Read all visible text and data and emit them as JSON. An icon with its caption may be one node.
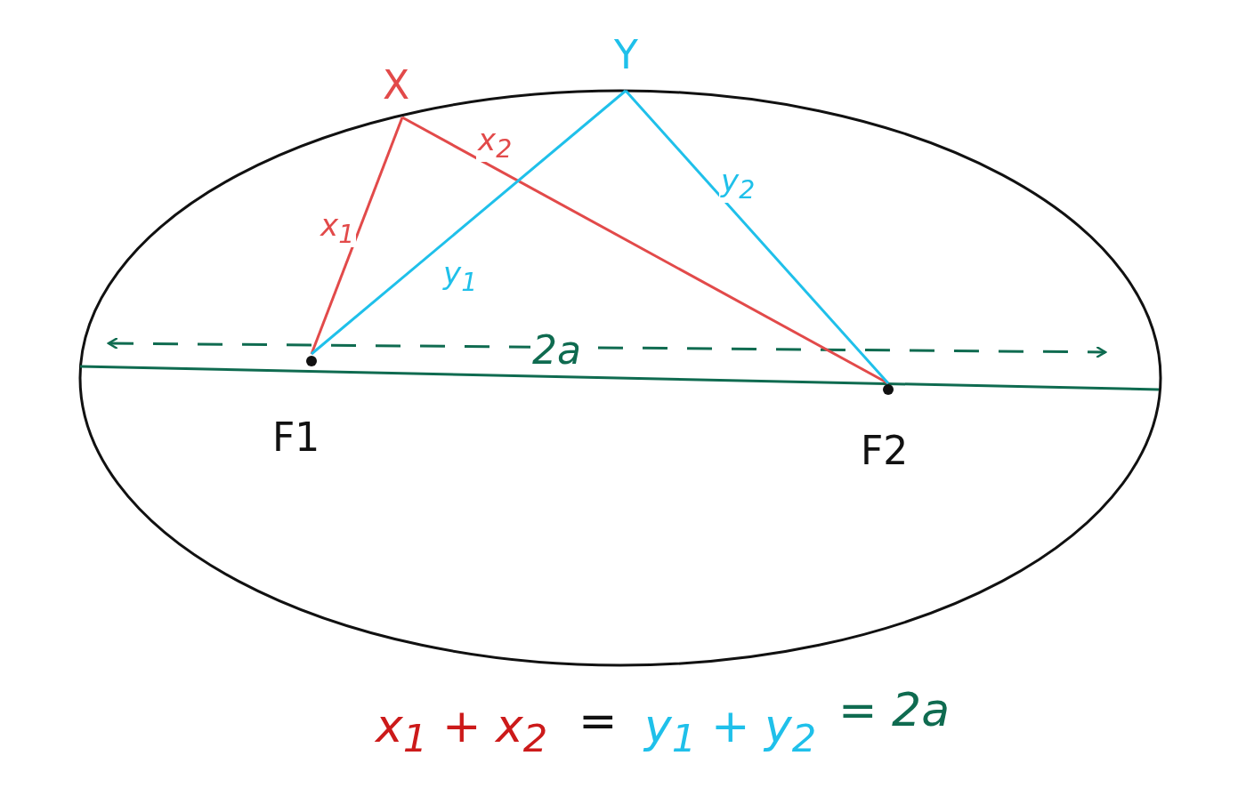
{
  "diagram": {
    "nodes": [
      {
        "text": [
          "X"
        ]
      },
      {
        "text": [
          "Y"
        ]
      },
      {
        "text": [
          "F1"
        ]
      },
      {
        "text": [
          "F2"
        ]
      }
    ],
    "edges": [
      {
        "from": 0,
        "to": 2,
        "arrow": "none",
        "label": "x$_{1}$",
        "color": "#e24a4a"
      },
      {
        "from": 0,
        "to": 3,
        "arrow": "none",
        "label": "x$_{2}$",
        "color": "#e24a4a"
      },
      {
        "from": 1,
        "to": 2,
        "arrow": "none",
        "label": "y$_{1}$",
        "color": "#1fc0ea"
      },
      {
        "from": 1,
        "to": 3,
        "arrow": "none",
        "label": "y$_{2}$",
        "color": "#1fc0ea"
      }
    ],
    "labels": [
      "2a",
      "x$_{1}$ + x$_{2}$",
      "=",
      "y$_{1}$ + y$_{2}$",
      "= 2a"
    ]
  }
}
